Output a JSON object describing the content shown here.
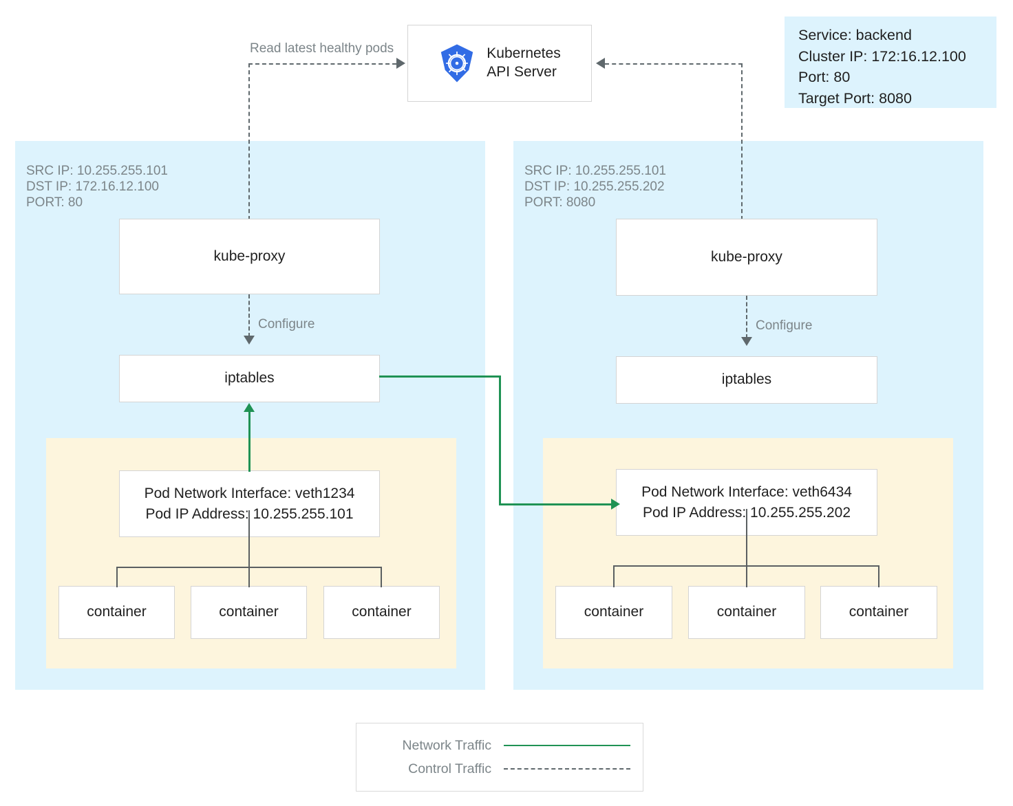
{
  "diagram": {
    "title": "Kubernetes kube-proxy iptables service routing",
    "colors": {
      "node_background": "#ddf3fd",
      "pod_background": "#fdf5dd",
      "network_traffic": "#1f9254",
      "control_traffic": "#5f686c",
      "box_border": "#d4d4d4",
      "annotation_text": "#7c8589",
      "kubernetes_blue": "#326ce5"
    }
  },
  "api_server": {
    "label": "Kubernetes\nAPI Server",
    "icon": "kubernetes-helm-wheel-icon"
  },
  "service_info": {
    "text": "Service: backend\nCluster IP: 172:16.12.100\nPort: 80\nTarget Port: 8080",
    "lines": [
      "Service: backend",
      "Cluster IP: 172:16.12.100",
      "Port: 80",
      "Target Port: 8080"
    ]
  },
  "labels": {
    "read_latest_healthy_pods": "Read latest healthy pods",
    "configure_left": "Configure",
    "configure_right": "Configure"
  },
  "nodes": [
    {
      "id": "node-left",
      "packet_info": "SRC IP: 10.255.255.101\nDST IP: 172.16.12.100\nPORT: 80",
      "packet_lines": [
        "SRC IP: 10.255.255.101",
        "DST IP: 172.16.12.100",
        "PORT: 80"
      ],
      "kube_proxy": "kube-proxy",
      "iptables": "iptables",
      "pod": {
        "interface_label": "Pod Network Interface: veth1234\nPod IP Address: 10.255.255.101",
        "interface_name": "veth1234",
        "pod_ip": "10.255.255.101",
        "containers": [
          "container",
          "container",
          "container"
        ]
      }
    },
    {
      "id": "node-right",
      "packet_info": "SRC IP: 10.255.255.101\nDST IP: 10.255.255.202\nPORT: 8080",
      "packet_lines": [
        "SRC IP: 10.255.255.101",
        "DST IP: 10.255.255.202",
        "PORT: 8080"
      ],
      "kube_proxy": "kube-proxy",
      "iptables": "iptables",
      "pod": {
        "interface_label": "Pod Network Interface: veth6434\nPod IP Address: 10.255.255.202",
        "interface_name": "veth6434",
        "pod_ip": "10.255.255.202",
        "containers": [
          "container",
          "container",
          "container"
        ]
      }
    }
  ],
  "legend": {
    "rows": [
      {
        "label": "Network Traffic",
        "style": "solid",
        "color": "#1f9254"
      },
      {
        "label": "Control Traffic",
        "style": "dashed",
        "color": "#5f686c"
      }
    ]
  }
}
